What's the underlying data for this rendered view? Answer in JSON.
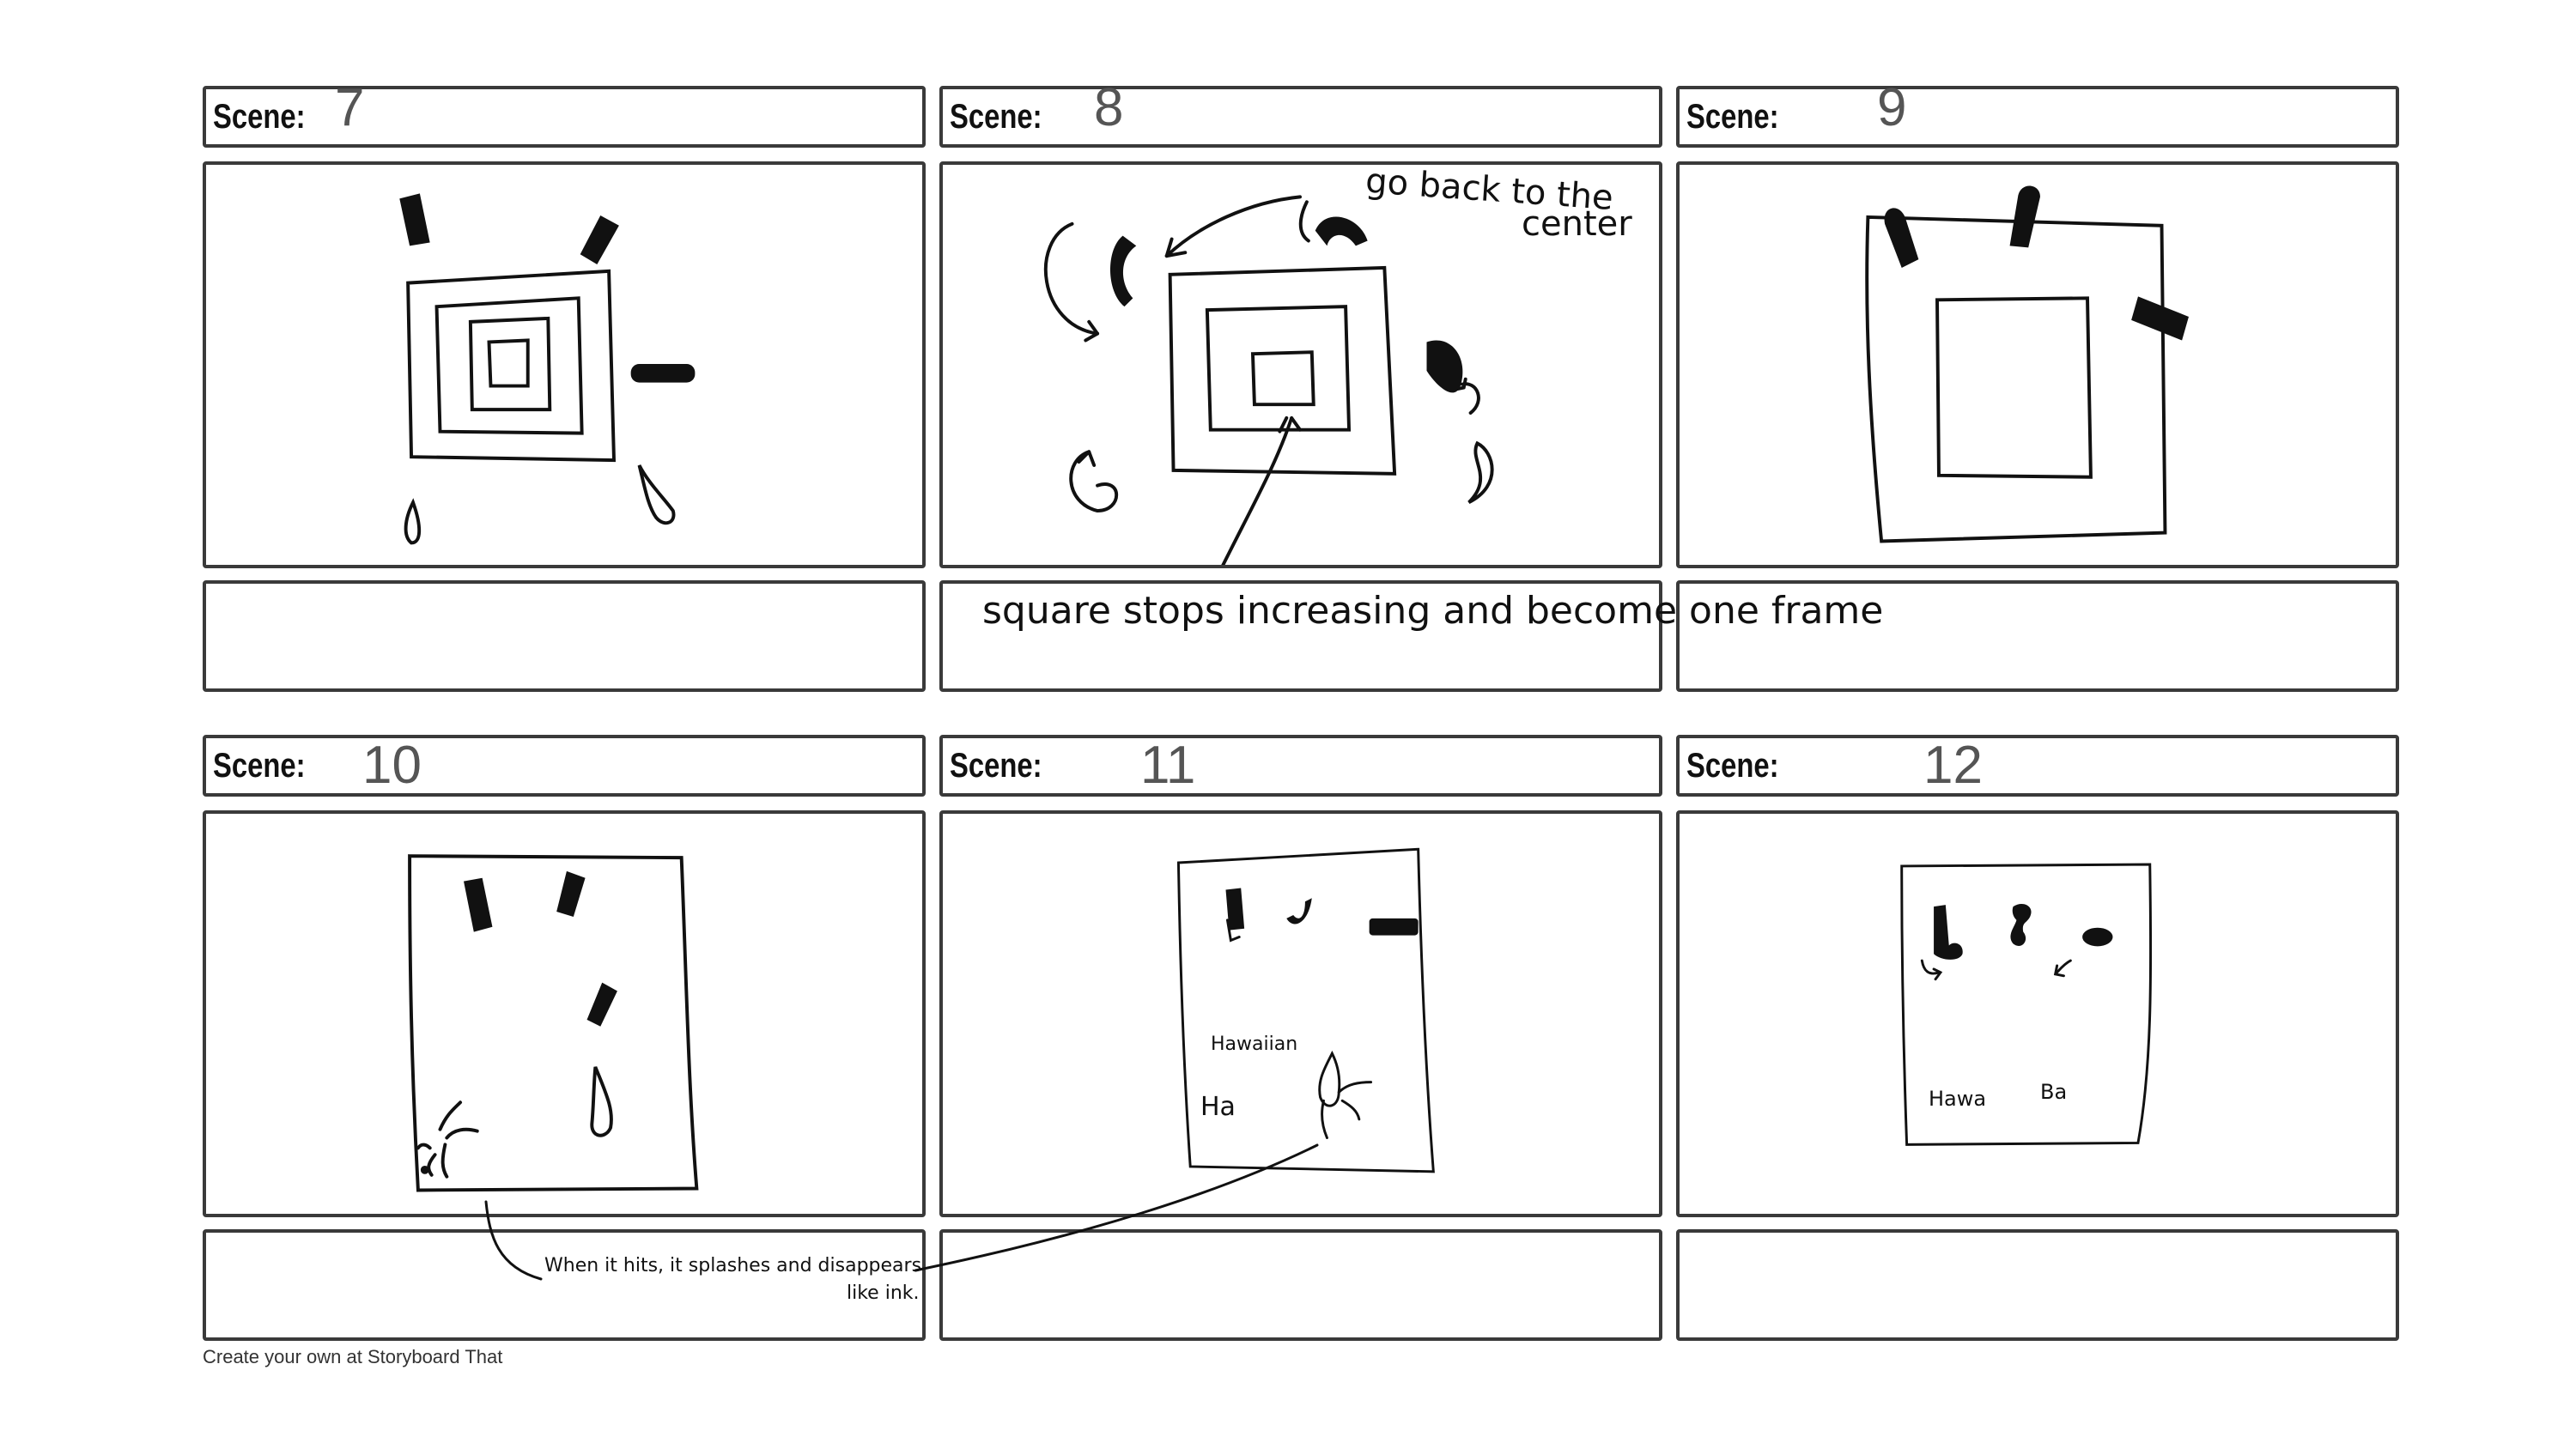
{
  "scene_label": "Scene:",
  "scenes": [
    {
      "number": "7"
    },
    {
      "number": "8"
    },
    {
      "number": "9"
    },
    {
      "number": "10"
    },
    {
      "number": "11"
    },
    {
      "number": "12"
    }
  ],
  "annotations": {
    "go_back": "go back to the",
    "center": "center",
    "square_stops": "square stops increasing and become one frame",
    "splash_note_line1": "When it hits, it splashes and disappears",
    "splash_note_line2": "like ink.",
    "hawaiian": "Hawaiian",
    "ha": "Ha",
    "hawa": "Hawa",
    "ba": "Ba"
  },
  "footer": "Create your own at Storyboard That",
  "colors": {
    "border": "#3a3a3a",
    "ink": "#111111",
    "number": "#555555"
  }
}
